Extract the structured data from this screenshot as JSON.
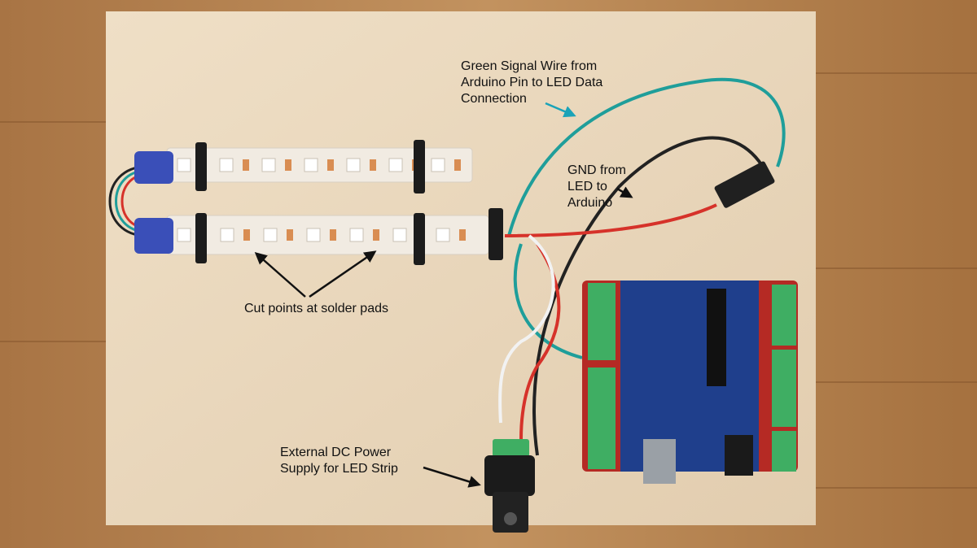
{
  "annotations": {
    "signal_wire": {
      "lines": [
        "Green Signal Wire from",
        "Arduino Pin to LED Data",
        "Connection"
      ],
      "arrow_color": "#1aa3b8"
    },
    "gnd_wire": {
      "lines": [
        "GND from",
        "LED to",
        "Arduino"
      ],
      "arrow_color": "#111111"
    },
    "cut_points": {
      "lines": [
        "Cut points at solder pads"
      ],
      "arrow_color": "#111111"
    },
    "power_supply": {
      "lines": [
        "External DC Power",
        "Supply for LED Strip"
      ],
      "arrow_color": "#111111"
    }
  },
  "colors": {
    "table_wood": "#b98a58",
    "board": "#ead8bd",
    "led_strip": "#f4efe8",
    "led": "#ffffff",
    "solder_pad": "#d98d52",
    "end_cap": "#3a4fb8",
    "wire_green": "#1f9e9a",
    "wire_black": "#222222",
    "wire_red": "#d6322a",
    "wire_white": "#f2f2f2",
    "arduino_pcb": "#1f3f8c",
    "shield_red": "#b52a24",
    "terminal_green": "#3fae63"
  }
}
